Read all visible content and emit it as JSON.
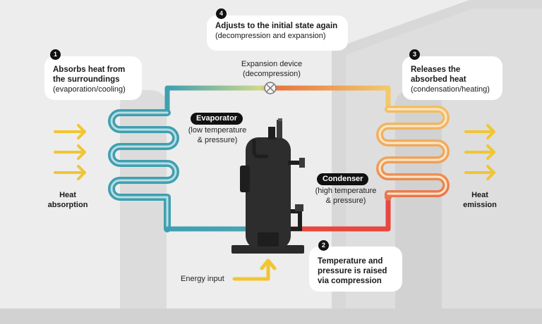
{
  "steps": [
    {
      "number": "1",
      "title": "Absorbs heat from the surroundings",
      "detail": "(evaporation/cooling)"
    },
    {
      "number": "2",
      "title": "Temperature and pressure is raised via compression",
      "detail": ""
    },
    {
      "number": "3",
      "title": "Releases the absorbed heat",
      "detail": "(condensation/heating)"
    },
    {
      "number": "4",
      "title": "Adjusts to the initial state again",
      "detail": "(decompression and expansion)"
    }
  ],
  "components": {
    "evaporator": {
      "label": "Evaporator",
      "detail_line1": "(low temperature",
      "detail_line2": "& pressure)"
    },
    "condenser": {
      "label": "Condenser",
      "detail_line1": "(high temperature",
      "detail_line2": "& pressure)"
    },
    "expansion": {
      "line1": "Expansion device",
      "line2": "(decompression)"
    }
  },
  "sides": {
    "left_line1": "Heat",
    "left_line2": "absorption",
    "right_line1": "Heat",
    "right_line2": "emission"
  },
  "energy_input": "Energy input",
  "colors": {
    "cold": "#3f9fb0",
    "hot": "#e8463f",
    "warm": "#f3c96b",
    "arrow": "#f2c531",
    "background": "#ededed"
  }
}
